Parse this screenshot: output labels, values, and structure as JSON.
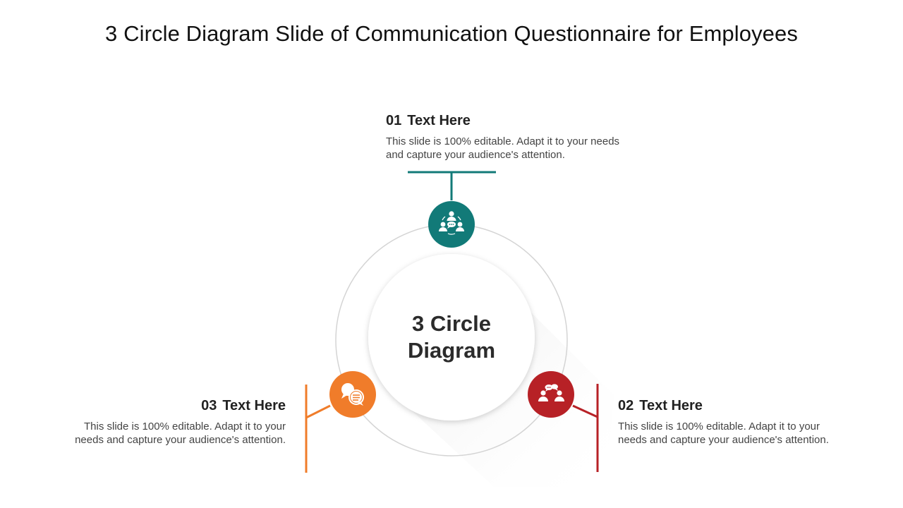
{
  "title": "3 Circle Diagram Slide of Communication Questionnaire for Employees",
  "center": {
    "line1": "3 Circle",
    "line2": "Diagram"
  },
  "items": [
    {
      "number": "01",
      "heading": "Text Here",
      "line1": "This slide is 100% editable. Adapt it to your needs",
      "line2": "and capture your audience's attention.",
      "color": "#127a78",
      "icon": "team-discussion-icon"
    },
    {
      "number": "02",
      "heading": "Text Here",
      "line1": "This slide is 100% editable. Adapt it to your",
      "line2": "needs and capture your audience's attention.",
      "color": "#b72126",
      "icon": "people-chat-icon"
    },
    {
      "number": "03",
      "heading": "Text Here",
      "line1": "This slide is 100% editable. Adapt it to your",
      "line2": "needs and capture your audience's attention.",
      "color": "#f07c2a",
      "icon": "speech-bubbles-icon"
    }
  ]
}
